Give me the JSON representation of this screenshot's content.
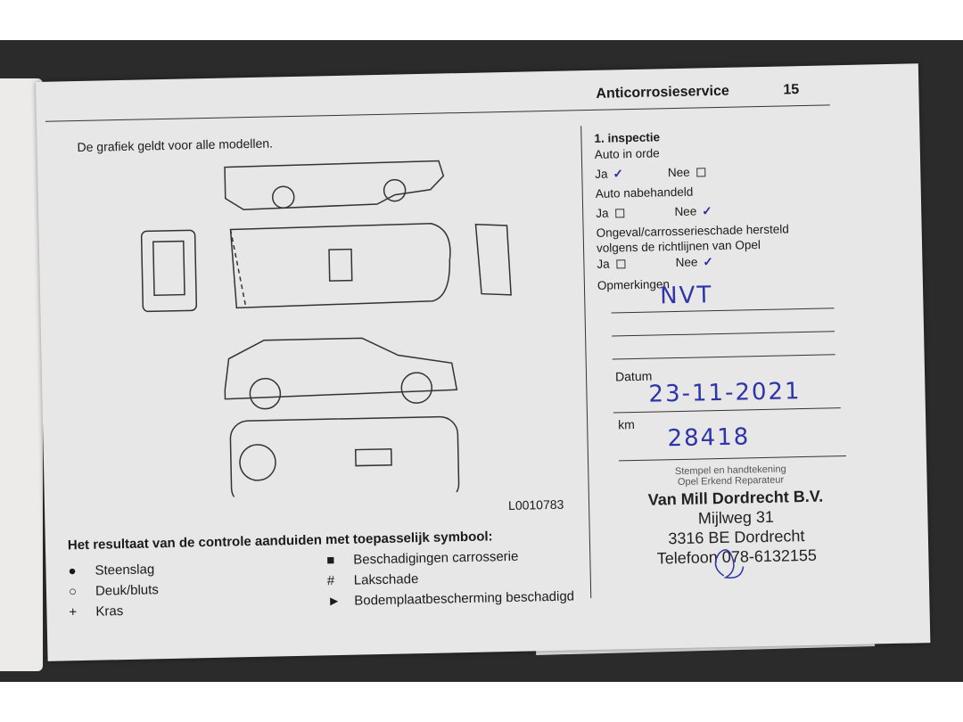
{
  "page": {
    "section_title": "Anticorrosieservice",
    "page_number": "15",
    "intro": "De grafiek geldt voor alle modellen.",
    "figure_code": "L0010783"
  },
  "legend": {
    "title": "Het resultaat van de controle aanduiden met toepasselijk symbool:",
    "items": [
      {
        "symbol": "●",
        "label": "Steenslag"
      },
      {
        "symbol": "○",
        "label": "Deuk/bluts"
      },
      {
        "symbol": "+",
        "label": "Kras"
      },
      {
        "symbol": "■",
        "label": "Beschadigingen carrosserie"
      },
      {
        "symbol": "#",
        "label": "Lakschade"
      },
      {
        "symbol": "►",
        "label": "Bodemplaatbescherming beschadigd"
      }
    ]
  },
  "inspection": {
    "title": "1. inspectie",
    "q1": {
      "label": "Auto in orde",
      "yes": "Ja",
      "no": "Nee",
      "answer": "Ja"
    },
    "q2": {
      "label": "Auto nabehandeld",
      "yes": "Ja",
      "no": "Nee",
      "answer": "Nee"
    },
    "q3": {
      "label1": "Ongeval/carrosserieschade hersteld",
      "label2": "volgens de richtlijnen van Opel",
      "yes": "Ja",
      "no": "Nee",
      "answer": "Nee"
    },
    "remarks_label": "Opmerkingen",
    "remarks_value": "NVT",
    "date_label": "Datum",
    "date_value": "23-11-2021",
    "km_label": "km",
    "km_value": "28418",
    "stamp_label1": "Stempel en handtekening",
    "stamp_label2": "Opel Erkend Reparateur",
    "stamp": [
      "Van Mill Dordrecht B.V.",
      "Mijlweg 31",
      "3316 BE Dordrecht",
      "Telefoon 078-6132155"
    ],
    "check_mark": "✓"
  }
}
